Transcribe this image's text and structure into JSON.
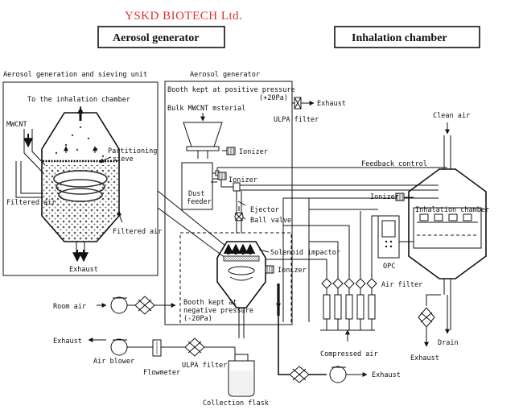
{
  "company": "YSKD BIOTECH Ltd.",
  "titles": {
    "generator": "Aerosol generator",
    "chamber": "Inhalation  chamber"
  },
  "labels": {
    "unit_title": "Aerosol generation and sieving unit",
    "generator_title": "Aerosol generator",
    "to_chamber": "To the inhalation chamber",
    "mwcnt": "MWCNT",
    "partition": "Partitioning",
    "sieve": "sieve",
    "filtered_air_left": "Filtered air",
    "filtered_air_right": "Filtered air",
    "exhaust_unit": "Exhaust",
    "booth_pos_1": "Booth kept at positive pressure",
    "booth_pos_2": "(+20Pa)",
    "bulk": "Bulk MWCNT msterial",
    "exhaust_top": "Exhaust",
    "ulpa_top": "ULPA filter",
    "ionizer_1": "Ionizer",
    "ionizer_2": "Ionizer",
    "ionizer_3": "Ionizer",
    "ionizer_4": "Ionizer",
    "dust_feeder_1": "Dust",
    "dust_feeder_2": "feeder",
    "ejector": "Ejector",
    "ball_valve": "Ball valve",
    "feedback": "Feedback control",
    "solenoid": "Solenoid impactor",
    "booth_neg_1": "Booth kept at",
    "booth_neg_2": "negative pressure",
    "booth_neg_3": "(-20Pa)",
    "room_air": "Room air",
    "exhaust_left": "Exhaust",
    "air_blower": "Air blower",
    "flowmeter": "Flowmeter",
    "ulpa_bottom": "ULPA filter",
    "collection": "Collection flask",
    "exhaust_bottom": "Exhaust",
    "air_filter": "Air filter",
    "compressed_air": "Compressed air",
    "clean_air": "Clean air",
    "inhalation_chamber": "Inhalation chamber",
    "opc": "OPC",
    "exhaust_right": "Exhaust",
    "drain": "Drain"
  }
}
